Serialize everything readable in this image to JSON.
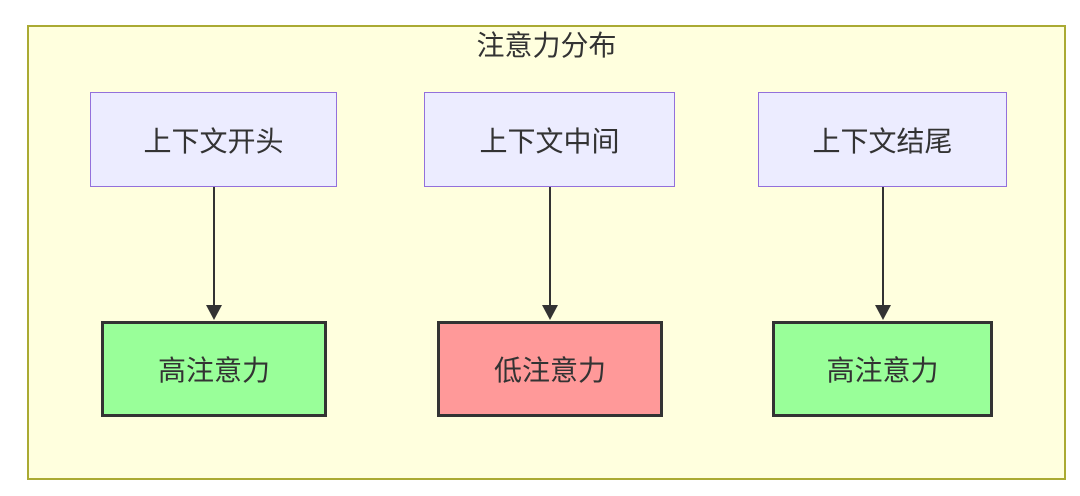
{
  "diagram": {
    "title": "注意力分布",
    "columns": [
      {
        "source": "上下文开头",
        "result": "高注意力",
        "attention": "high"
      },
      {
        "source": "上下文中间",
        "result": "低注意力",
        "attention": "low"
      },
      {
        "source": "上下文结尾",
        "result": "高注意力",
        "attention": "high"
      }
    ],
    "colors": {
      "canvas_bg": "#ffffff",
      "cluster_fill": "#ffffde",
      "cluster_stroke": "#aaaa33",
      "source_fill": "#ececff",
      "source_stroke": "#9370db",
      "high_fill": "#99ff99",
      "low_fill": "#ff9999",
      "result_stroke": "#333333",
      "edge_color": "#333333",
      "text_color": "#333333"
    }
  }
}
